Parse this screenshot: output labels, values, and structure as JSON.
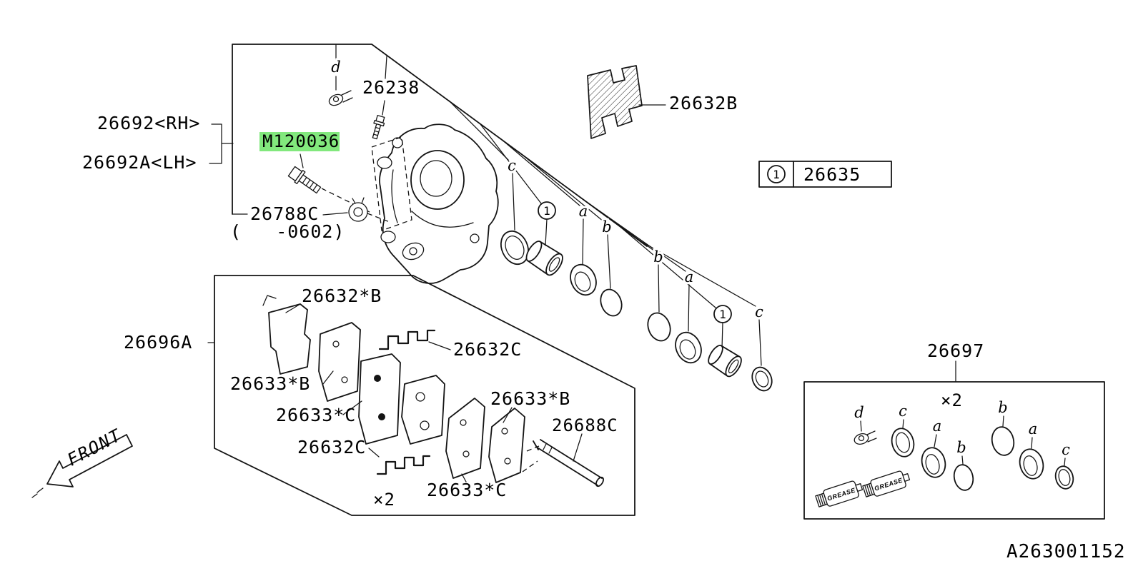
{
  "diagram": {
    "doc_number": "A263001152",
    "front_label": "FRONT",
    "highlight_color": "#82e87d",
    "legend": {
      "symbol": "1",
      "part_number": "26635"
    },
    "callouts": {
      "a": "a",
      "b": "b",
      "c": "c",
      "d": "d",
      "one": "1"
    },
    "labels": {
      "caliper_rh": "26692<RH>",
      "caliper_lh": "26692A<LH>",
      "air_bleeder": "26238",
      "flange_bolt": "M120036",
      "lock_pin": "26788C",
      "lock_pin_range": "(   -0602)",
      "support_bracket": "26632B",
      "pad_kit": "26696A",
      "outer_shim": "26632*B",
      "pad_left_b": "26633*B",
      "pad_left_c": "26633*C",
      "pad_clip_upper": "26632C",
      "pad_clip_lower": "26632C",
      "pad_right_b": "26633*B",
      "pad_pin": "26688C",
      "pad_right_c": "26633*C",
      "pad_multiplier": "×2",
      "seal_kit": "26697",
      "seal_multiplier": "×2",
      "grease_tube": "GREASE"
    }
  }
}
